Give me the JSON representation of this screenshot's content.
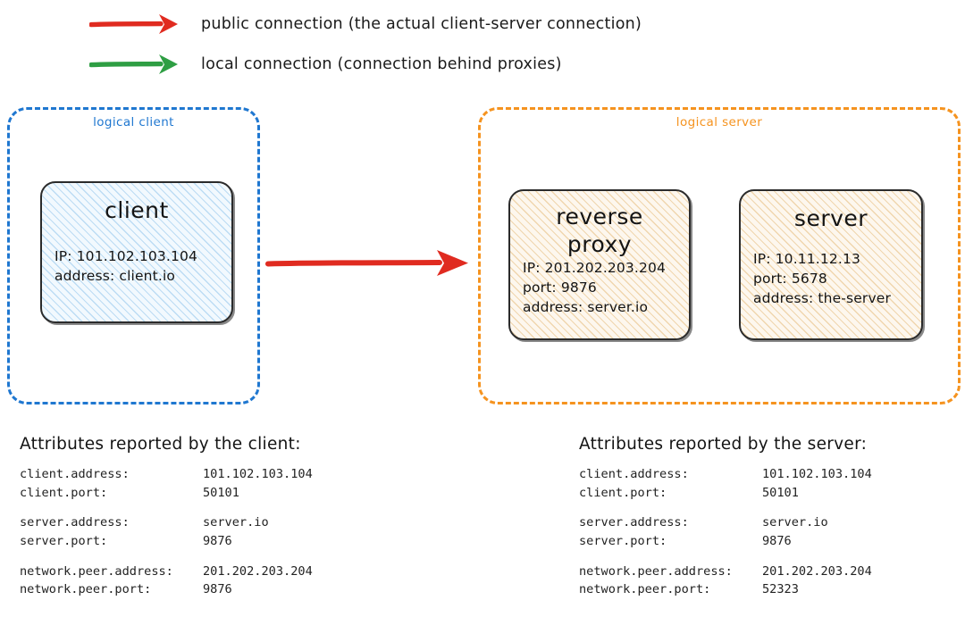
{
  "legend": [
    {
      "icon": "red-arrow-icon",
      "color": "#e02b20",
      "text": "public connection (the actual client-server connection)"
    },
    {
      "icon": "green-arrow-icon",
      "color": "#2e9e43",
      "text": "local connection (connection behind proxies)"
    }
  ],
  "diagram": {
    "client_group": {
      "label": "logical client",
      "color": "#1f77d0",
      "node": {
        "title": "client",
        "lines": [
          "IP: 101.102.103.104",
          "address: client.io"
        ]
      }
    },
    "server_group": {
      "label": "logical server",
      "color": "#f5931f",
      "nodes": [
        {
          "title": "reverse proxy",
          "lines": [
            "IP: 201.202.203.204",
            "port: 9876",
            "address: server.io"
          ]
        },
        {
          "title": "server",
          "lines": [
            "IP: 10.11.12.13",
            "port: 5678",
            "address: the-server"
          ]
        }
      ]
    },
    "main_connection": {
      "icon": "red-arrow-icon",
      "color": "#e02b20"
    }
  },
  "attributes": [
    {
      "title": "Attributes reported by the client:",
      "groups": [
        [
          {
            "key": "client.address:",
            "value": "101.102.103.104"
          },
          {
            "key": "client.port:",
            "value": "50101"
          }
        ],
        [
          {
            "key": "server.address:",
            "value": "server.io"
          },
          {
            "key": "server.port:",
            "value": "9876"
          }
        ],
        [
          {
            "key": "network.peer.address:",
            "value": "201.202.203.204"
          },
          {
            "key": "network.peer.port:",
            "value": "9876"
          }
        ]
      ]
    },
    {
      "title": "Attributes reported by the server:",
      "groups": [
        [
          {
            "key": "client.address:",
            "value": "101.102.103.104"
          },
          {
            "key": "client.port:",
            "value": "50101"
          }
        ],
        [
          {
            "key": "server.address:",
            "value": "server.io"
          },
          {
            "key": "server.port:",
            "value": "9876"
          }
        ],
        [
          {
            "key": "network.peer.address:",
            "value": "201.202.203.204"
          },
          {
            "key": "network.peer.port:",
            "value": "52323"
          }
        ]
      ]
    }
  ]
}
